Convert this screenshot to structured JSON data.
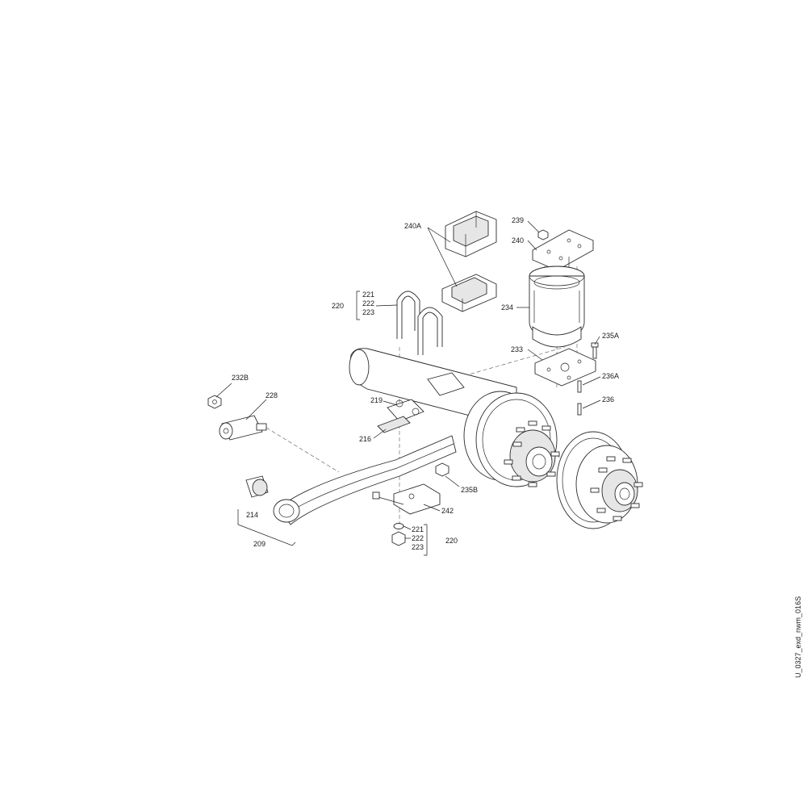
{
  "drawing_id": "U_0327_exd_nwm_016S",
  "labels": {
    "p240A": "240A",
    "p239": "239",
    "p240": "240",
    "p234": "234",
    "p233": "233",
    "p235A": "235A",
    "p236A": "236A",
    "p236": "236",
    "p220_top": "220",
    "p221_top": "221",
    "p222_top": "222",
    "p223_top": "223",
    "p232B": "232B",
    "p228": "228",
    "p219": "219",
    "p216": "216",
    "p235B": "235B",
    "p242": "242",
    "p214": "214",
    "p209": "209",
    "p221_bot": "221",
    "p222_bot": "222",
    "p223_bot": "223",
    "p220_bot": "220"
  }
}
